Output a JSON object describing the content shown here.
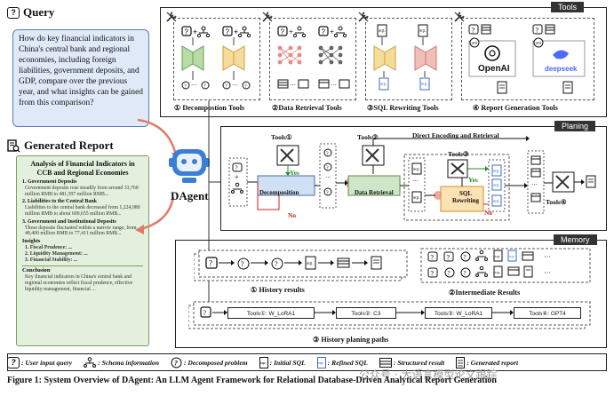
{
  "query": {
    "title": "Query",
    "text": "How do key financial indicators in China's central bank and regional economies, including foreign liabilities, government deposits, and GDP, compare over the previous year, and what insights can be gained from this comparison?"
  },
  "report": {
    "title": "Generated Report",
    "heading": "Analysis of Financial Indicators in CCB and Regional Economies",
    "sections": [
      {
        "title": "1. Government Deposits",
        "text": "Government deposits rose steadily from around 33,760 million RMB to 481,597 million RMB..."
      },
      {
        "title": "2. Liabilities to the Central Bank",
        "text": "Liabilities to the central bank decreased from 1,224,980 million RMB to about 609,655 million RMB..."
      },
      {
        "title": "3. Government and Institutional Deposits",
        "text": "These deposits fluctuated within a narrow range, from 48,400 million RMB to 77,411 million RMB..."
      }
    ],
    "insights_title": "Insights",
    "insights": [
      "1. Fiscal Prudence: ...",
      "2. Liquidity Management: ...",
      "3. Financial Stability: ..."
    ],
    "conclusion_title": "Conclusion",
    "conclusion_text": "Key financial indicators in China's central bank and regional economies reflect fiscal prudence, effective liquidity management, financial ..."
  },
  "agent": {
    "label": "DAgent"
  },
  "tools_panel": {
    "tag": "Tools",
    "groups": [
      {
        "label": "① Decompostion Tools"
      },
      {
        "label": "②Data Retrieval Tools"
      },
      {
        "label": "③SQL Rewriting Tools"
      },
      {
        "label": "④ Report Generation Tools"
      }
    ],
    "openai": "OpenAI",
    "deepseek": "deepseek",
    "api": "API"
  },
  "planning_panel": {
    "tag": "Planing",
    "tools1": "Tools①",
    "tools2": "Tools②",
    "tools3": "Tools③",
    "tools4": "Tools④",
    "decomposition": "Decomposition",
    "data_retrieval": "Data Retrieval",
    "sql_rewriting": "SQL Rewriting",
    "yes": "Yes",
    "no": "No",
    "direct": "Direct Encoding and Retrieval"
  },
  "memory_panel": {
    "tag": "Memory",
    "history_results": "① History results",
    "intermediate_results": "②Intermediate Results",
    "history_paths": "③ History planing paths",
    "steps": [
      "Tools①: W_LoRA1",
      "Tools②: C3",
      "Tools③: W_LoRA1",
      "Tools④: GPT4"
    ]
  },
  "legend": [
    {
      "label": ": User input query"
    },
    {
      "label": ": Schema information"
    },
    {
      "label": ": Decomposed problem"
    },
    {
      "label": ": Initial SQL"
    },
    {
      "label": ": Refined SQL"
    },
    {
      "label": ": Structured result"
    },
    {
      "label": ": Generated report"
    }
  ],
  "caption": "Figure 1: System Overview of DAgent: An LLM Agent Framework for Relational Database-Driven Analytical Report Generation",
  "watermark": "公众号 · 大语言模型论文跟踪"
}
